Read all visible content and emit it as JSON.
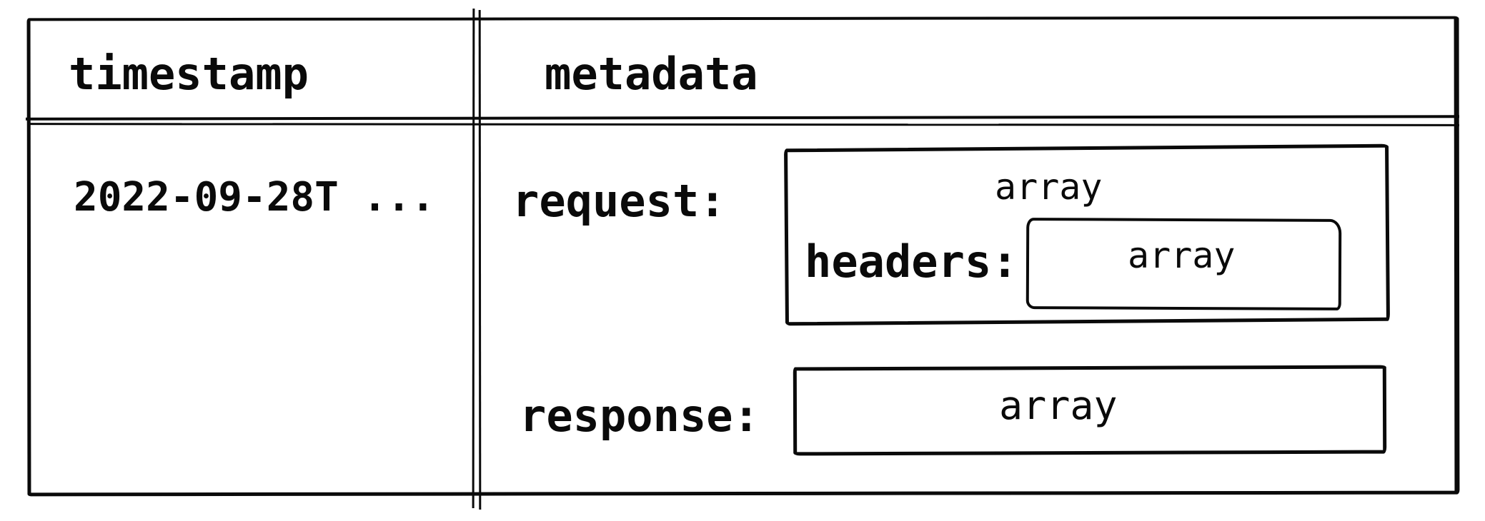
{
  "diagram": {
    "type": "hand-drawn table schema sketch",
    "columns": [
      {
        "header": "timestamp",
        "cell": {
          "value": "2022-09-28T ..."
        }
      },
      {
        "header": "metadata",
        "cell": {
          "fields": [
            {
              "label": "request:",
              "value_type": "array",
              "nested": [
                {
                  "label": "headers:",
                  "value_type": "array"
                }
              ]
            },
            {
              "label": "response:",
              "value_type": "array"
            }
          ]
        }
      }
    ]
  },
  "colors": {
    "ink": "#0a0a0a",
    "paper": "#ffffff"
  }
}
